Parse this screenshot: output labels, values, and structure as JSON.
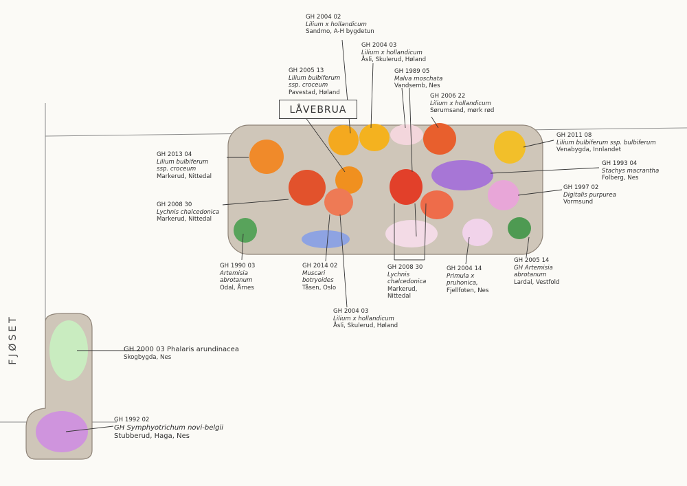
{
  "sign": "LÅVEBRUA",
  "side_label": "FJØSET",
  "colors": {
    "orange": "#f08a2a",
    "amber": "#f4a91f",
    "yellow": "#f2bf2a",
    "red": "#e2522c",
    "salmon": "#ee7a55",
    "pale_pink": "#f3d6dc",
    "violet": "#a776d6",
    "pink": "#e8a6d8",
    "lilac": "#f1d3ea",
    "green": "#58a35b",
    "blue": "#8ea3e2",
    "pale_green": "#c9ecc0",
    "purple": "#cf94dd",
    "bed": "#cfc6b9"
  },
  "labels": [
    {
      "id": "gh-2004-02-a",
      "lines": [
        {
          "text": "GH 2004 02"
        },
        {
          "text": "Lilium x hollandicum",
          "italic": true
        },
        {
          "text": "Sandmo, A-H bygdetun"
        }
      ]
    },
    {
      "id": "gh-2004-03-a",
      "lines": [
        {
          "text": "GH 2004 03"
        },
        {
          "text": "Lilium x hollandicum",
          "italic": true
        },
        {
          "text": "Åsli, Skulerud, Høland"
        }
      ]
    },
    {
      "id": "gh-2005-13",
      "lines": [
        {
          "text": "GH 2005 13"
        },
        {
          "text": "Lilium bulbiferum",
          "italic": true
        },
        {
          "text": "ssp. croceum",
          "italic": true
        },
        {
          "text": "Pavestad, Høland"
        }
      ]
    },
    {
      "id": "gh-1989-05",
      "lines": [
        {
          "text": "GH 1989 05"
        },
        {
          "text": "Malva moschata",
          "italic": true
        },
        {
          "text": "Vandsemb, Nes"
        }
      ]
    },
    {
      "id": "gh-2006-22",
      "lines": [
        {
          "text": "GH 2006 22"
        },
        {
          "text": "Lilium x hollandicum",
          "italic": true
        },
        {
          "text": "Sørumsand, mørk rød"
        }
      ]
    },
    {
      "id": "gh-2011-08",
      "lines": [
        {
          "text": "GH 2011 08"
        },
        {
          "text": "Lilium bulbiferum ssp. bulbiferum",
          "italic": true
        },
        {
          "text": "Venabygda, Innlandet"
        }
      ]
    },
    {
      "id": "gh-1993-04",
      "lines": [
        {
          "text": "GH 1993 04"
        },
        {
          "text": "Stachys macrantha",
          "italic": true
        },
        {
          "text": "Folberg, Nes"
        }
      ]
    },
    {
      "id": "gh-1997-02",
      "lines": [
        {
          "text": "GH 1997 02"
        },
        {
          "text": "Digitalis purpurea",
          "italic": true
        },
        {
          "text": "Vormsund"
        }
      ]
    },
    {
      "id": "gh-2013-04",
      "lines": [
        {
          "text": "GH 2013 04"
        },
        {
          "text": "Lilium bulbiferum",
          "italic": true
        },
        {
          "text": "ssp. croceum",
          "italic": true
        },
        {
          "text": "Markerud, Nittedal"
        }
      ]
    },
    {
      "id": "gh-2008-30-a",
      "lines": [
        {
          "text": "GH 2008 30"
        },
        {
          "text": "Lychnis chalcedonica",
          "italic": true
        },
        {
          "text": "Markerud, Nittedal"
        }
      ]
    },
    {
      "id": "gh-1990-03",
      "lines": [
        {
          "text": "GH 1990 03"
        },
        {
          "text": "Artemisia",
          "italic": true
        },
        {
          "text": "abrotanum",
          "italic": true
        },
        {
          "text": "Odal, Årnes"
        }
      ]
    },
    {
      "id": "gh-2014-02",
      "lines": [
        {
          "text": "GH 2014 02"
        },
        {
          "text": "Muscari",
          "italic": true
        },
        {
          "text": "botryoides",
          "italic": true
        },
        {
          "text": "Tåsen, Oslo"
        }
      ]
    },
    {
      "id": "gh-2008-30-b",
      "lines": [
        {
          "text": "GH 2008 30"
        },
        {
          "text": "Lychnis",
          "italic": true
        },
        {
          "text": "chalcedonica",
          "italic": true
        },
        {
          "text": "Markerud,"
        },
        {
          "text": "Nittedal"
        }
      ]
    },
    {
      "id": "gh-2004-14",
      "lines": [
        {
          "text": "GH 2004 14"
        },
        {
          "text": "Primula x",
          "italic": true
        },
        {
          "text": "pruhonica,",
          "italic": true
        },
        {
          "text": "Fjellfoten, Nes"
        }
      ]
    },
    {
      "id": "gh-2005-14",
      "lines": [
        {
          "text": "GH 2005 14"
        },
        {
          "text": "GH Artemisia",
          "italic": true
        },
        {
          "text": "abrotanum",
          "italic": true
        },
        {
          "text": "Lardal, Vestfold"
        }
      ]
    },
    {
      "id": "gh-2004-03-b",
      "lines": [
        {
          "text": "GH 2004 03"
        },
        {
          "text": "Lilium x hollandicum",
          "italic": true
        },
        {
          "text": "Åsli, Skulerud, Høland"
        }
      ]
    },
    {
      "id": "gh-2000-03",
      "lines": [
        {
          "text": "GH 2000 03 Phalaris arundinacea",
          "big": true
        },
        {
          "text": "Skogbygda, Nes"
        }
      ]
    },
    {
      "id": "gh-1992-02",
      "lines": [
        {
          "text": "GH 1992 02"
        },
        {
          "text": "GH Symphyotrichum novi-belgii",
          "italic": true,
          "big": true
        },
        {
          "text": "Stubberud, Haga, Nes",
          "big": true
        }
      ]
    }
  ]
}
